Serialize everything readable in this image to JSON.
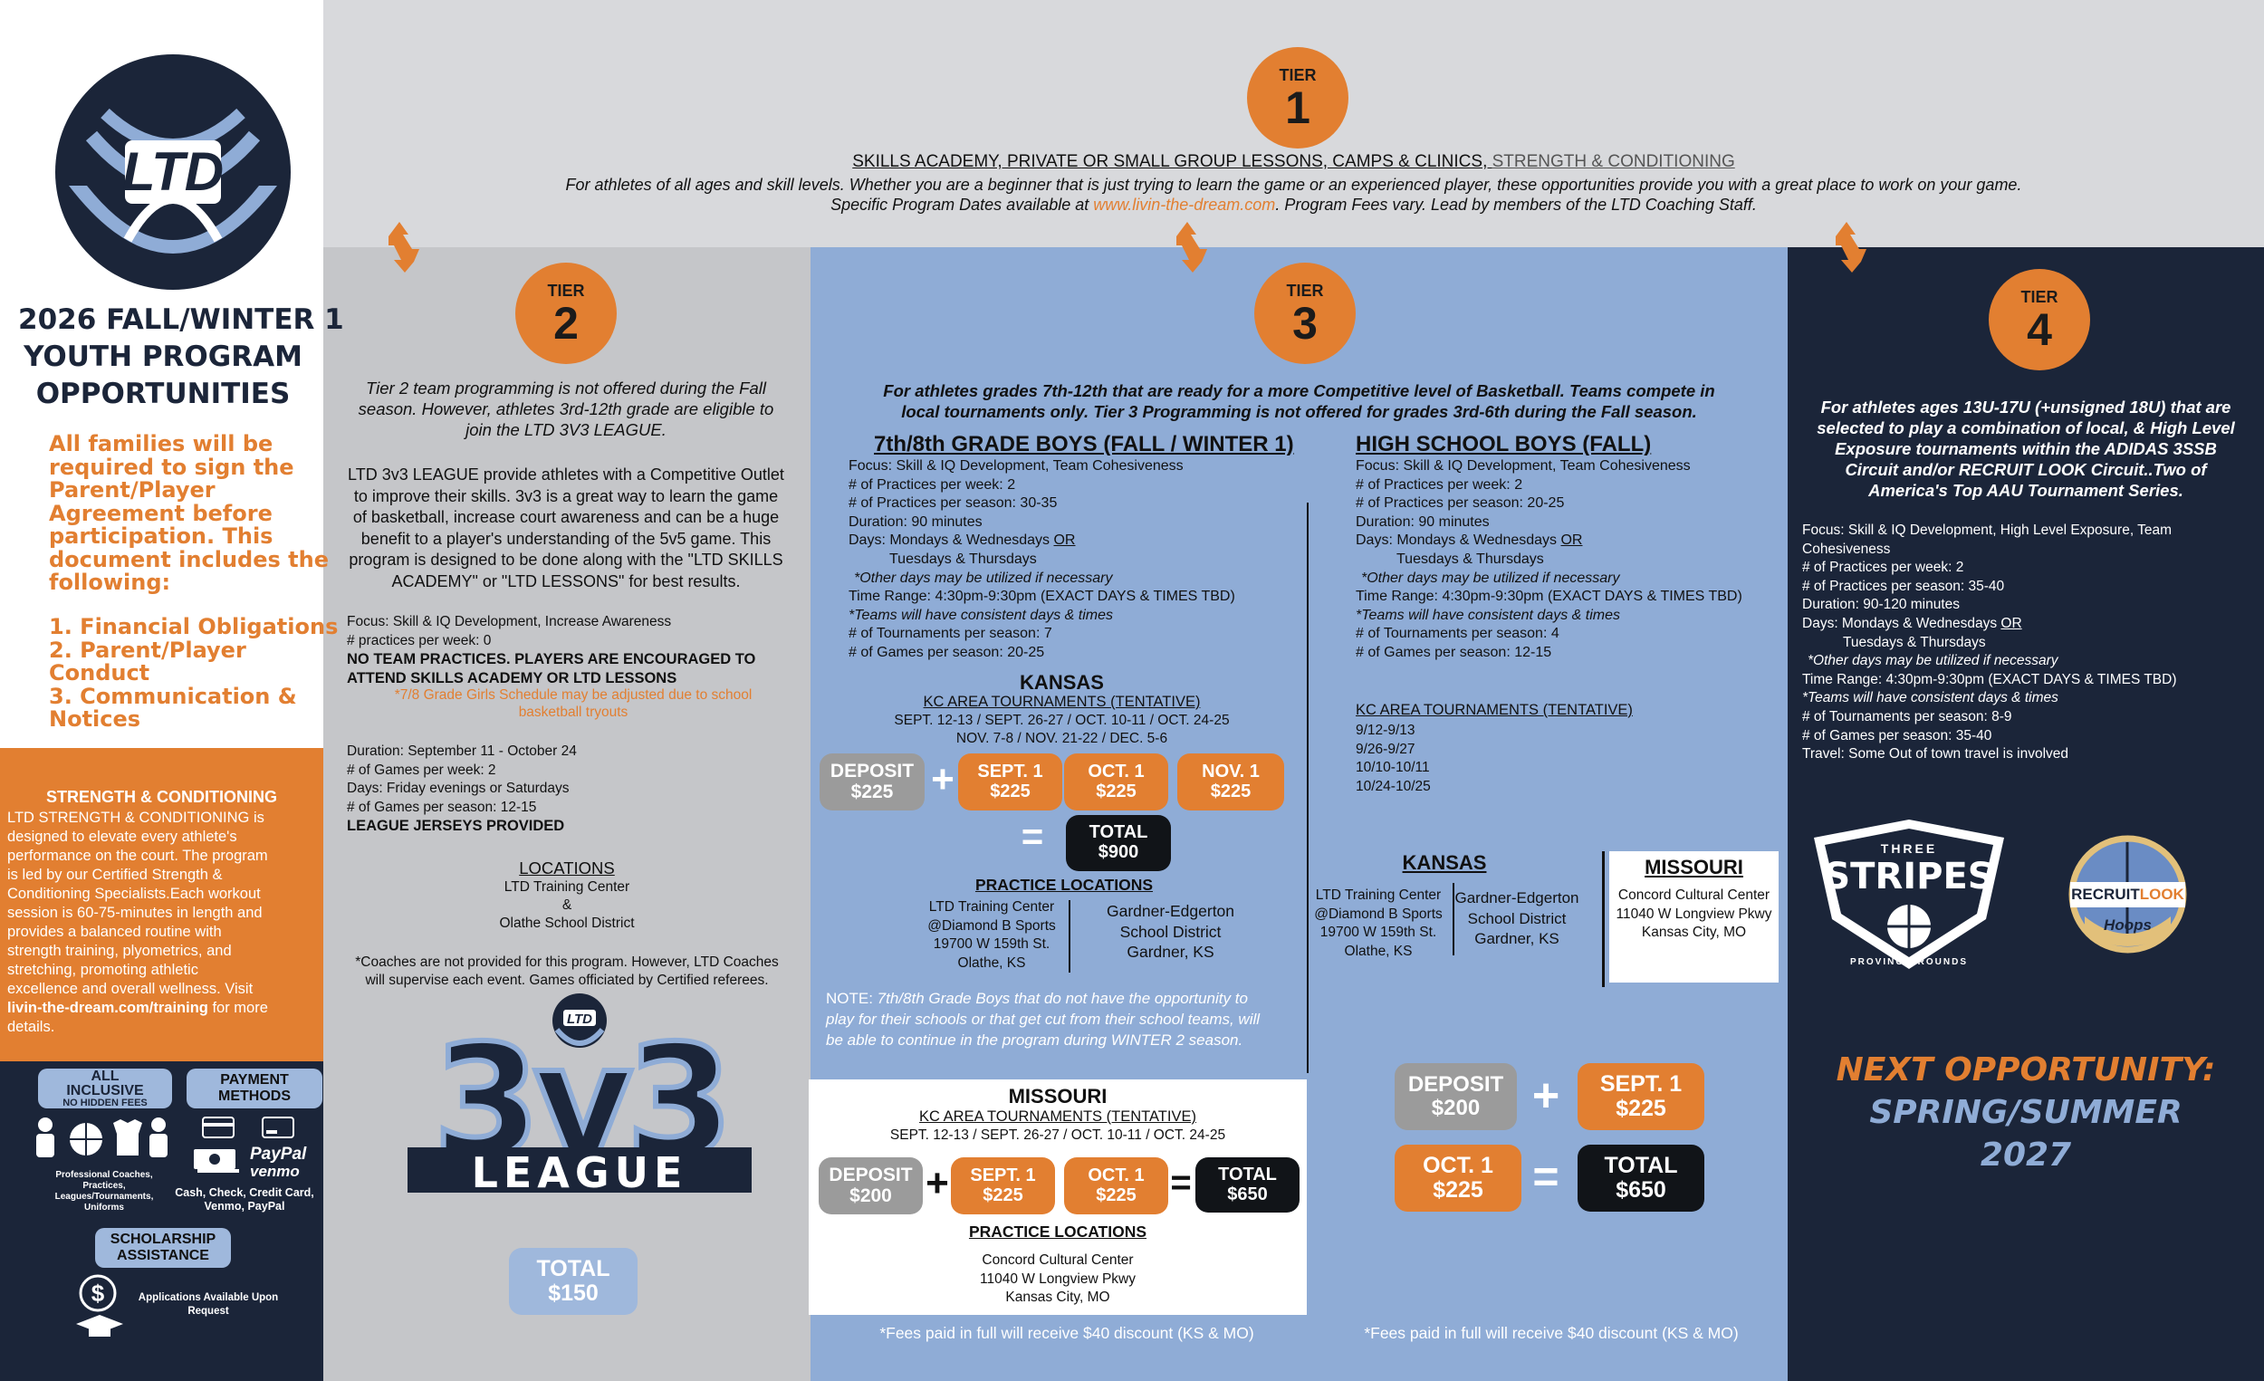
{
  "sidebar": {
    "title_lines": [
      "2026 FALL/WINTER 1",
      "YOUTH PROGRAM",
      "OPPORTUNITIES"
    ],
    "notice_lines": [
      "All families will be",
      "required to sign the",
      "Parent/Player",
      "Agreement before",
      "participation. This",
      "document includes the",
      "following:"
    ],
    "list_lines": [
      "1. Financial Obligations",
      "2. Parent/Player",
      "Conduct",
      "3. Communication &",
      "Notices"
    ],
    "sc_title": "STRENGTH & CONDITIONING",
    "sc_lines": [
      "LTD STRENGTH & CONDITIONING is",
      "designed to elevate every athlete's",
      "performance on the court. The program",
      "is led by our Certified Strength &",
      "Conditioning Specialists.Each workout",
      "session is 60-75-minutes in length and",
      "provides a balanced routine with",
      "strength training, plyometrics, and",
      "stretching, promoting athletic",
      "excellence and overall wellness. Visit"
    ],
    "sc_link": "livin-the-dream.com/training",
    "sc_tail1": " for more",
    "sc_tail2": "details.",
    "all_inclusive": [
      "ALL",
      "INCLUSIVE"
    ],
    "no_hidden": "NO HIDDEN FEES",
    "inclusive_desc": [
      "Professional Coaches,",
      "Practices,",
      "Leagues/Tournaments,",
      "Uniforms"
    ],
    "payment_title": [
      "PAYMENT",
      "METHODS"
    ],
    "paypal": "PayPal",
    "venmo": "venmo",
    "payment_desc": [
      "Cash, Check, Credit Card,",
      "Venmo, PayPal"
    ],
    "scholarship_title": [
      "SCHOLARSHIP",
      "ASSISTANCE"
    ],
    "scholarship_desc": [
      "Applications Available Upon",
      "Request"
    ]
  },
  "tier1": {
    "label": "TIER",
    "number": "1",
    "heading_a": "SKILLS ACADEMY, PRIVATE OR SMALL GROUP LESSONS, CAMPS & CLINICS, ",
    "heading_b": "STRENGTH & CONDITIONING",
    "line1": "For athletes of all ages and skill levels. Whether you are a beginner that is just trying to learn the game or an experienced player, these opportunities provide you with a great place to work on your game.",
    "line2a": "Specific Program Dates available at ",
    "line2_link": "www.livin-the-dream.com",
    "line2b": ". Program Fees vary. Lead by members of the LTD Coaching Staff."
  },
  "tier2": {
    "label": "TIER",
    "number": "2",
    "intro": [
      "Tier 2 team programming is not offered during the Fall",
      "season. However, athletes 3rd-12th grade are eligible to",
      "join the LTD 3V3 LEAGUE."
    ],
    "desc": [
      "LTD 3v3 LEAGUE provide athletes with a Competitive Outlet",
      "to improve their skills. 3v3 is a great way to learn the game",
      "of basketball, increase court awareness and can be a huge",
      "benefit to a player's understanding of the 5v5 game. This",
      "program is designed to be done along with the \"LTD SKILLS",
      "ACADEMY\" or \"LTD LESSONS\" for best results."
    ],
    "focus": "Focus: Skill & IQ Development, Increase Awareness",
    "practices": "# practices per week: 0",
    "no_team": [
      "NO TEAM PRACTICES. PLAYERS ARE ENCOURAGED TO",
      "ATTEND SKILLS ACADEMY OR LTD LESSONS"
    ],
    "girls": [
      "*7/8 Grade Girls Schedule may be adjusted due to school",
      "basketball tryouts"
    ],
    "details": [
      "Duration: September 11 - October 24",
      "# of Games per week: 2",
      "Days: Friday evenings or Saturdays",
      "# of Games per season: 12-15"
    ],
    "jerseys": "LEAGUE JERSEYS PROVIDED",
    "locations_title": "LOCATIONS",
    "locations": [
      "LTD Training Center",
      "&",
      "Olathe School District"
    ],
    "coaches": [
      "*Coaches are not provided for this program. However, LTD Coaches",
      "will supervise each event. Games officiated by Certified referees."
    ],
    "league_word": "LEAGUE",
    "total": [
      "TOTAL",
      "$150"
    ]
  },
  "tier3": {
    "label": "TIER",
    "number": "3",
    "intro": [
      "For athletes grades 7th-12th that are ready for a more Competitive level of Basketball. Teams compete in",
      "local tournaments only. Tier 3 Programming is not offered for grades 3rd-6th during the Fall season."
    ],
    "gb78": {
      "title": "7th/8th GRADE BOYS (FALL / WINTER 1)",
      "lines": [
        "Focus: Skill & IQ Development, Team Cohesiveness",
        "# of Practices per week: 2",
        "# of Practices per season: 30-35",
        "Duration: 90 minutes"
      ],
      "days": "Days: Mondays & Wednesdays ",
      "or": "OR",
      "days2": "Tuesdays & Thursdays",
      "other": "*Other days may be utilized if necessary",
      "time": "Time Range: 4:30pm-9:30pm (EXACT DAYS & TIMES TBD)",
      "consistent": "*Teams will have consistent days & times",
      "tail": [
        "# of Tournaments per season: 7",
        "# of Games per season: 20-25"
      ],
      "kansas": "KANSAS",
      "kc_title": "KC AREA TOURNAMENTS (TENTATIVE)",
      "kc_dates": [
        "SEPT. 12-13 / SEPT. 26-27 / OCT. 10-11 / OCT. 24-25",
        "NOV. 7-8 / NOV. 21-22 / DEC. 5-6"
      ],
      "deposit": [
        "DEPOSIT",
        "$225"
      ],
      "sept": [
        "SEPT. 1",
        "$225"
      ],
      "oct": [
        "OCT. 1",
        "$225"
      ],
      "nov": [
        "NOV. 1",
        "$225"
      ],
      "total": [
        "TOTAL",
        "$900"
      ],
      "practice_title": "PRACTICE LOCATIONS",
      "practice_left": [
        "LTD Training Center",
        "@Diamond B Sports",
        "19700 W 159th St.",
        "Olathe, KS"
      ],
      "practice_right": [
        "Gardner-Edgerton",
        "School District",
        "Gardner, KS"
      ],
      "note_label": "NOTE: ",
      "note": [
        "7th/8th Grade Boys that do not have the opportunity to",
        "play for their schools or that get cut from their school teams, will",
        "be able to continue in the program during WINTER 2 season."
      ],
      "mo_title": "MISSOURI",
      "mo_kc_title": "KC AREA TOURNAMENTS (TENTATIVE)",
      "mo_dates": "SEPT. 12-13 / SEPT. 26-27 / OCT. 10-11 / OCT. 24-25",
      "mo_deposit": [
        "DEPOSIT",
        "$200"
      ],
      "mo_sept": [
        "SEPT. 1",
        "$225"
      ],
      "mo_oct": [
        "OCT. 1",
        "$225"
      ],
      "mo_total": [
        "TOTAL",
        "$650"
      ],
      "mo_practice_title": "PRACTICE LOCATIONS",
      "mo_practice": [
        "Concord Cultural Center",
        "11040 W Longview Pkwy",
        "Kansas City, MO"
      ],
      "fees": "*Fees paid in full will receive $40 discount (KS & MO)"
    },
    "hs": {
      "title": "HIGH SCHOOL BOYS (FALL)",
      "lines": [
        "Focus: Skill & IQ Development, Team Cohesiveness",
        "# of Practices per week: 2",
        "# of Practices per season: 20-25",
        "Duration: 90 minutes"
      ],
      "days": "Days: Mondays & Wednesdays ",
      "or": "OR",
      "days2": "Tuesdays & Thursdays",
      "other": "*Other days may be utilized if necessary",
      "time": "Time Range: 4:30pm-9:30pm (EXACT DAYS & TIMES TBD)",
      "consistent": "*Teams will have consistent days & times",
      "tail": [
        "# of Tournaments per season: 4",
        "# of Games per season: 12-15"
      ],
      "kc_title": "KC AREA TOURNAMENTS (TENTATIVE)",
      "kc_dates": [
        "9/12-9/13",
        "9/26-9/27",
        "10/10-10/11",
        "10/24-10/25"
      ],
      "kansas": "KANSAS",
      "ks_left": [
        "LTD Training Center",
        "@Diamond B Sports",
        "19700 W 159th St.",
        "Olathe, KS"
      ],
      "ks_right": [
        "Gardner-Edgerton",
        "School District",
        "Gardner, KS"
      ],
      "mo_title": "MISSOURI",
      "mo_lines": [
        "Concord Cultural Center",
        "11040 W Longview Pkwy",
        "Kansas City, MO"
      ],
      "deposit": [
        "DEPOSIT",
        "$200"
      ],
      "sept": [
        "SEPT. 1",
        "$225"
      ],
      "oct": [
        "OCT. 1",
        "$225"
      ],
      "total": [
        "TOTAL",
        "$650"
      ],
      "fees": "*Fees paid in full will receive $40 discount (KS & MO)"
    }
  },
  "tier4": {
    "label": "TIER",
    "number": "4",
    "intro": [
      "For athletes ages 13U-17U (+unsigned 18U) that are",
      "selected to play a combination of local, & High Level",
      "Exposure tournaments within the ADIDAS 3SSB",
      "Circuit and/or RECRUIT LOOK Circuit..Two of",
      "America's Top AAU Tournament Series."
    ],
    "focus": [
      "Focus: Skill & IQ Development, High Level Exposure, Team",
      "Cohesiveness"
    ],
    "lines": [
      "# of Practices per week: 2",
      "# of Practices per season: 35-40",
      "Duration: 90-120 minutes"
    ],
    "days": "Days: Mondays & Wednesdays ",
    "or": "OR",
    "days2": "Tuesdays & Thursdays",
    "other": "*Other days may be utilized if necessary",
    "time": "Time Range: 4:30pm-9:30pm (EXACT DAYS & TIMES TBD)",
    "consistent": "*Teams will have consistent days & times",
    "tail": [
      "# of Tournaments per season: 8-9",
      "# of Games per season: 35-40",
      "Travel: Some Out of town travel is involved"
    ],
    "logo1": [
      "THREE",
      "STRIPES",
      "PROVING GROUNDS"
    ],
    "logo2": [
      "RECRUIT",
      "LOOK",
      "Hoops"
    ],
    "next": [
      "NEXT OPPORTUNITY:",
      "SPRING/SUMMER",
      "2027"
    ]
  },
  "colors": {
    "orange": "#e27f31",
    "navy": "#1b2539",
    "light_blue": "#8facd6",
    "gray": "#c8c9cc"
  }
}
